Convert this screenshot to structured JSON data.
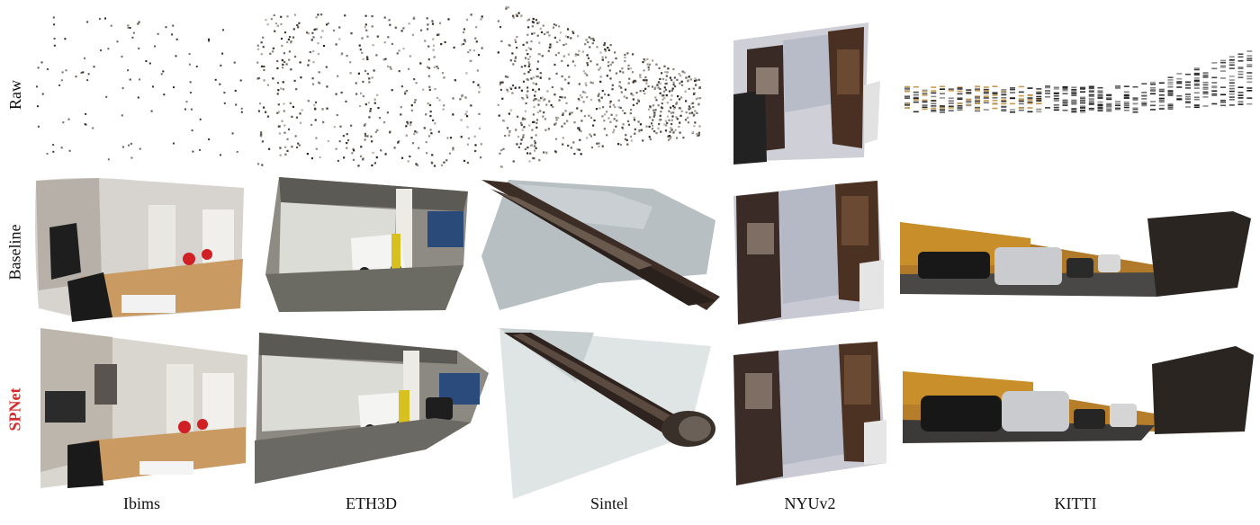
{
  "rows": [
    {
      "key": "raw",
      "label": "Raw"
    },
    {
      "key": "baseline",
      "label": "Baseline"
    },
    {
      "key": "spnet",
      "label": "SPNet"
    }
  ],
  "columns": [
    {
      "key": "ibims",
      "label": "Ibims"
    },
    {
      "key": "eth3d",
      "label": "ETH3D"
    },
    {
      "key": "sintel",
      "label": "Sintel"
    },
    {
      "key": "nyuv2",
      "label": "NYUv2"
    },
    {
      "key": "kitti",
      "label": "KITTI"
    }
  ],
  "colors": {
    "highlight": "#d42a2a",
    "text": "#111111"
  }
}
